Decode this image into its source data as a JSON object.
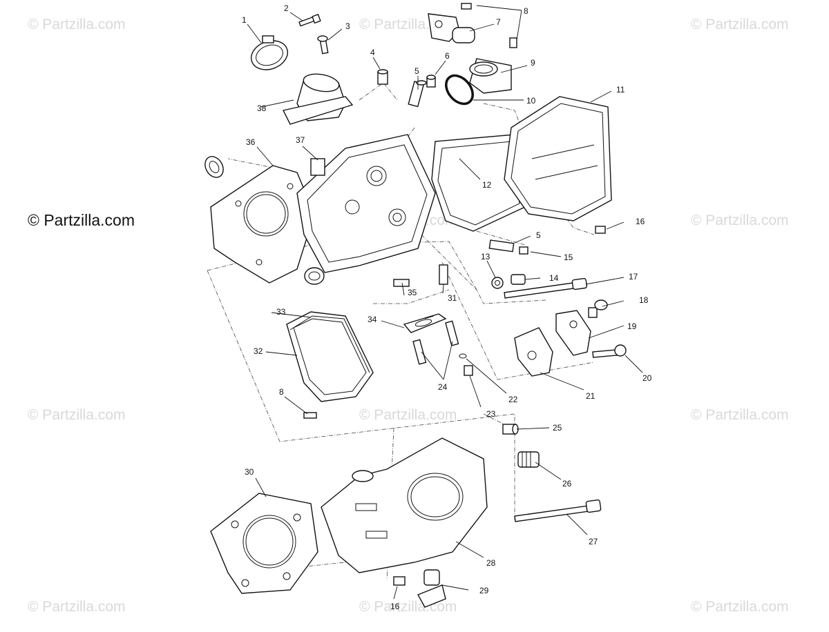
{
  "watermark_text": "© Partzilla.com",
  "copyright_text": "© Partzilla.com",
  "callouts": {
    "c1": "1",
    "c2": "2",
    "c3": "3",
    "c4": "4",
    "c5a": "5",
    "c5b": "5",
    "c6": "6",
    "c7": "7",
    "c8a": "8",
    "c8b": "8",
    "c9": "9",
    "c10": "10",
    "c11": "11",
    "c12": "12",
    "c13": "13",
    "c14": "14",
    "c15": "15",
    "c16a": "16",
    "c16b": "16",
    "c17": "17",
    "c18": "18",
    "c19": "19",
    "c20": "20",
    "c21": "21",
    "c22": "22",
    "c23": "23",
    "c24": "24",
    "c25": "25",
    "c26": "26",
    "c27": "27",
    "c28": "28",
    "c29": "29",
    "c30": "30",
    "c31": "31",
    "c32": "32",
    "c33": "33",
    "c34": "34",
    "c35": "35",
    "c36": "36",
    "c37": "37",
    "c38": "38"
  }
}
